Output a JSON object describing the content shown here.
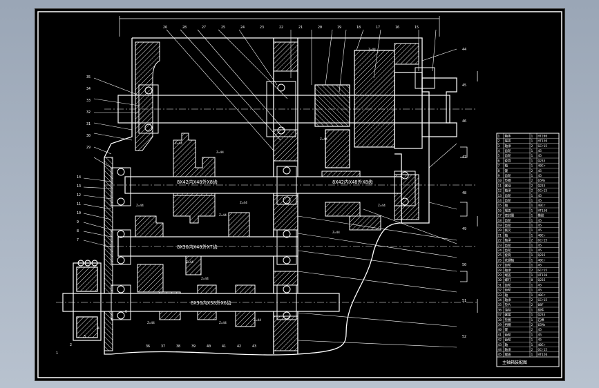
{
  "drawing": {
    "shaft_labels": [
      "8X42内X48外X8齿",
      "8X42内X48外X8齿",
      "8X36内X40外X7齿",
      "8X36内X38外X6齿"
    ],
    "gear_labels": [
      "Z=44",
      "Z=44",
      "Z=44",
      "Z=44",
      "Z=44",
      "Z=44",
      "Z=44",
      "Z=44",
      "Z=44",
      "Z=44",
      "Z=44",
      "Z=44",
      "Z=44",
      "Z=44"
    ],
    "top_callouts": [
      "26",
      "28",
      "27",
      "25",
      "24",
      "23",
      "22",
      "21",
      "20",
      "19",
      "18",
      "17",
      "16",
      "15"
    ],
    "left_callouts": [
      "35",
      "34",
      "33",
      "32",
      "31",
      "30",
      "29",
      "14",
      "13",
      "12",
      "11",
      "10",
      "9",
      "8",
      "7"
    ],
    "bottom_callouts": [
      "1",
      "2",
      "3",
      "4",
      "5",
      "6",
      "36",
      "37",
      "38",
      "39",
      "40",
      "41",
      "42",
      "43"
    ],
    "right_callouts": [
      "44",
      "45",
      "46",
      "47",
      "48",
      "49",
      "50",
      "51",
      "52"
    ]
  },
  "title_block": {
    "rows": [
      [
        "1",
        "箱体",
        "1",
        "HT200"
      ],
      [
        "2",
        "端盖",
        "1",
        "HT150"
      ],
      [
        "3",
        "轴承",
        "2",
        "GCr15"
      ],
      [
        "4",
        "齿轮",
        "1",
        "45"
      ],
      [
        "5",
        "齿轮",
        "1",
        "45"
      ],
      [
        "6",
        "套筒",
        "1",
        "Q235"
      ],
      [
        "7",
        "轴",
        "1",
        "40Cr"
      ],
      [
        "8",
        "键",
        "2",
        "45"
      ],
      [
        "9",
        "齿轮",
        "1",
        "45"
      ],
      [
        "10",
        "垫圈",
        "2",
        "65Mn"
      ],
      [
        "11",
        "螺母",
        "2",
        "Q235"
      ],
      [
        "12",
        "轴承",
        "2",
        "GCr15"
      ],
      [
        "13",
        "齿轮",
        "1",
        "45"
      ],
      [
        "14",
        "齿轮",
        "1",
        "45"
      ],
      [
        "15",
        "轴",
        "1",
        "40Cr"
      ],
      [
        "16",
        "端盖",
        "1",
        "HT150"
      ],
      [
        "17",
        "密封圈",
        "1",
        "橡胶"
      ],
      [
        "18",
        "齿轮",
        "1",
        "45"
      ],
      [
        "19",
        "齿轮",
        "1",
        "45"
      ],
      [
        "20",
        "拨叉",
        "1",
        "45"
      ],
      [
        "21",
        "轴",
        "1",
        "40Cr"
      ],
      [
        "22",
        "轴承",
        "2",
        "GCr15"
      ],
      [
        "23",
        "齿轮",
        "1",
        "45"
      ],
      [
        "24",
        "齿轮",
        "1",
        "45"
      ],
      [
        "25",
        "套筒",
        "1",
        "Q235"
      ],
      [
        "26",
        "花键轴",
        "1",
        "40Cr"
      ],
      [
        "27",
        "齿轮",
        "1",
        "45"
      ],
      [
        "28",
        "轴承",
        "2",
        "GCr15"
      ],
      [
        "29",
        "端盖",
        "1",
        "HT150"
      ],
      [
        "30",
        "螺钉",
        "8",
        "Q235"
      ],
      [
        "31",
        "齿轮",
        "1",
        "45"
      ],
      [
        "32",
        "齿轮",
        "1",
        "45"
      ],
      [
        "33",
        "轴",
        "1",
        "40Cr"
      ],
      [
        "34",
        "轴承",
        "2",
        "GCr15"
      ],
      [
        "35",
        "垫片",
        "2",
        "08F"
      ],
      [
        "36",
        "油标",
        "1",
        "组件"
      ],
      [
        "37",
        "螺塞",
        "1",
        "Q235"
      ],
      [
        "38",
        "垫圈",
        "1",
        "石棉"
      ],
      [
        "39",
        "挡圈",
        "2",
        "65Mn"
      ],
      [
        "40",
        "键",
        "2",
        "45"
      ],
      [
        "41",
        "齿轮",
        "1",
        "45"
      ],
      [
        "42",
        "齿轮",
        "1",
        "45"
      ],
      [
        "43",
        "轴",
        "1",
        "40Cr"
      ],
      [
        "44",
        "轴承",
        "2",
        "GCr15"
      ],
      [
        "45",
        "端盖",
        "1",
        "HT150"
      ]
    ],
    "footer": "主轴箱装配图"
  }
}
